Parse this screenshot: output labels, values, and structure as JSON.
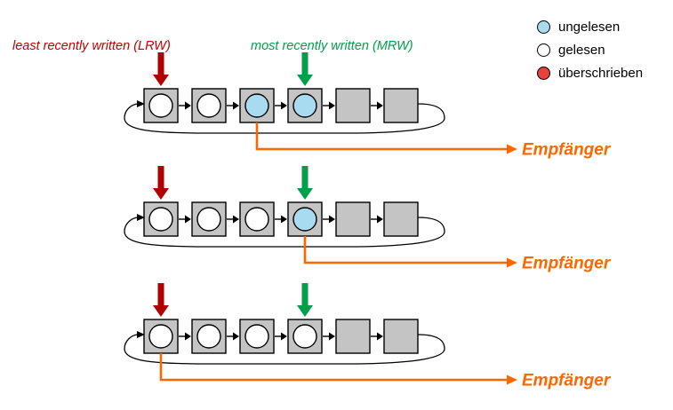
{
  "labels": {
    "lrw": "least recently written (LRW)",
    "mrw": "most recently written (MRW)",
    "empfaenger": "Empfänger"
  },
  "legend": [
    {
      "label": "ungelesen",
      "color": "#a8daf0",
      "state": "unread"
    },
    {
      "label": "gelesen",
      "color": "#ffffff",
      "state": "read"
    },
    {
      "label": "überschrieben",
      "color": "#e8403a",
      "state": "overwritten"
    }
  ],
  "colors": {
    "box_fill": "#c4c4c4",
    "box_stroke": "#000000",
    "unread_fill": "#a8daf0",
    "read_fill": "#ffffff",
    "lrw_arrow": "#b00000",
    "mrw_arrow": "#00a04a",
    "lrw_label": "#c00000",
    "mrw_label": "#00a04a",
    "receiver": "#ff6600"
  },
  "rows": [
    {
      "cells": [
        "gelesen",
        "gelesen",
        "ungelesen",
        "ungelesen",
        "leer",
        "leer"
      ],
      "lrw_index": 0,
      "mrw_index": 3,
      "receiver_index": 2
    },
    {
      "cells": [
        "gelesen",
        "gelesen",
        "gelesen",
        "ungelesen",
        "leer",
        "leer"
      ],
      "lrw_index": 0,
      "mrw_index": 3,
      "receiver_index": 3
    },
    {
      "cells": [
        "gelesen",
        "gelesen",
        "gelesen",
        "gelesen",
        "leer",
        "leer"
      ],
      "lrw_index": 0,
      "mrw_index": 3,
      "receiver_index": 0
    }
  ]
}
